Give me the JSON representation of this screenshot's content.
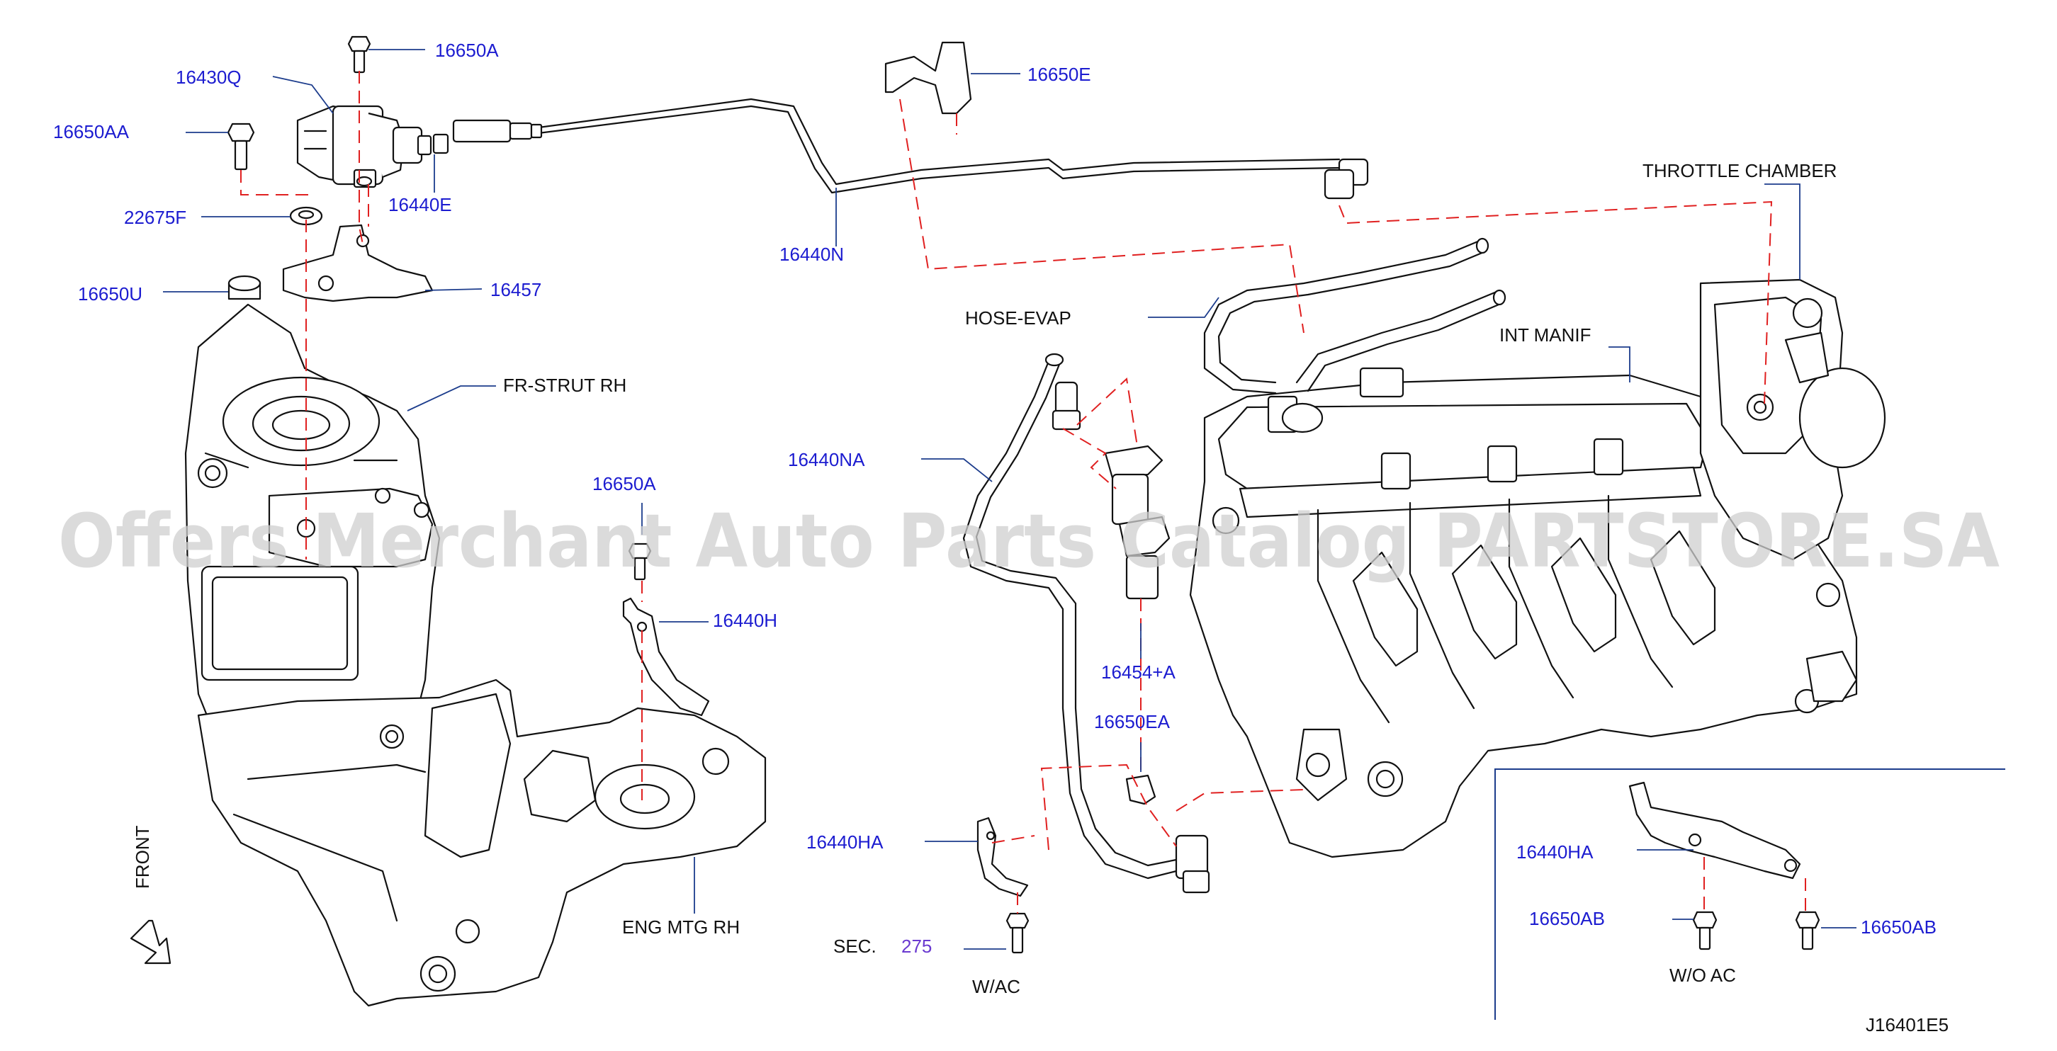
{
  "labels": {
    "p16650A_top": "16650A",
    "p16430Q": "16430Q",
    "p16650AA": "16650AA",
    "p16440E": "16440E",
    "p22675F": "22675F",
    "p16650U": "16650U",
    "p16457": "16457",
    "p16650E": "16650E",
    "p16440N": "16440N",
    "throttle_chamber": "THROTTLE   CHAMBER",
    "hose_evap": "HOSE-EVAP",
    "int_manif": "INT   MANIF",
    "fr_strut": "FR-STRUT   RH",
    "p16440NA": "16440NA",
    "p16650A_mid": "16650A",
    "p16440H": "16440H",
    "p16454A": "16454+A",
    "p16650EA": "16650EA",
    "p16440HA_left": "16440HA",
    "sec": "SEC.",
    "sec_num": "275",
    "w_ac": "W/AC",
    "eng_mtg": "ENG   MTG   RH",
    "front": "FRONT",
    "p16440HA_right": "16440HA",
    "p16650AB_left": "16650AB",
    "p16650AB_right": "16650AB",
    "wo_ac": "W/O   AC",
    "diagram_code": "J16401E5"
  },
  "watermark": "Offers Merchant Auto Parts Catalog PARTSTORE.SA",
  "colors": {
    "part_number": "#1c1cd0",
    "name_label": "#111111",
    "section_ref": "#6a3ad0",
    "hidden_line": "#e02020",
    "leader": "#1c3c8c",
    "watermark": "#cfcfcf"
  }
}
